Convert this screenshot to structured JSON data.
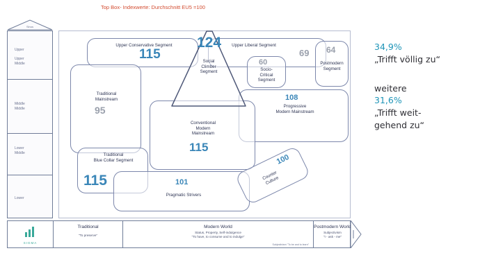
{
  "title": "Top Box- Indexwerte: Durchschnitt EU5 =100",
  "strata": {
    "top_label": "Sinus",
    "rows": [
      {
        "label": "Upper\n\nUpper\nMiddle"
      },
      {
        "label": "Middle\nMiddle"
      },
      {
        "label": "Lower\nMiddle"
      },
      {
        "label": "Lower"
      }
    ]
  },
  "segments": [
    {
      "name": "upper-conservative",
      "label": "Upper Conservative Segment",
      "value": "115",
      "value_color": "blue"
    },
    {
      "name": "social-climber",
      "label": "Social\nClimber\nSegment",
      "value": "124",
      "value_color": "blue"
    },
    {
      "name": "upper-liberal",
      "label": "Upper Liberal Segment",
      "value": "69",
      "value_color": "grey"
    },
    {
      "name": "socio-critical",
      "label": "Socio-\nCritical\nSegment",
      "value": "60",
      "value_color": "grey"
    },
    {
      "name": "postmodern",
      "label": "Postmodern\nSegment",
      "value": "64",
      "value_color": "grey"
    },
    {
      "name": "traditional-mainstream",
      "label": "Traditional\nMainstream",
      "value": "95",
      "value_color": "grey"
    },
    {
      "name": "conventional-modern-mainstream",
      "label": "Conventional\nModern\nMainstream",
      "value": "115",
      "value_color": "blue"
    },
    {
      "name": "progressive-modern-mainstream",
      "label": "Progressive\nModern Mainstream",
      "value": "108",
      "value_color": "blue"
    },
    {
      "name": "traditional-blue-collar",
      "label": "Traditional\nBlue Collar Segment",
      "value": "115",
      "value_color": "blue"
    },
    {
      "name": "pragmatic-strivers",
      "label": "Pragmatic Strivers",
      "value": "101",
      "value_color": "blue"
    },
    {
      "name": "counter-culture",
      "label": "Counter\nCulture",
      "value": "100",
      "value_color": "blue"
    }
  ],
  "values_bar": {
    "logo_text": "SIGMA",
    "cells": [
      {
        "title": "Traditional",
        "sub": "\"To preserve\""
      },
      {
        "title": "Modern World",
        "sub": "Status, Property, Self-indulgence\n\"To have, to consume and to indulge\""
      },
      {
        "title": "Postmodern World",
        "sub": "Subjectivism\n\"I - ask - me\""
      }
    ],
    "copyright": "Subjectivism \"To be and to learn\""
  },
  "stats": [
    {
      "percent": "34,9%",
      "lines": [
        "„Trifft völlig zu“"
      ]
    },
    {
      "prefix": "weitere",
      "percent": "31,6%",
      "lines": [
        "„Trifft weit-",
        "gehend zu“"
      ]
    }
  ],
  "colors": {
    "accent_blue": "#3a86b8",
    "muted_grey": "#9aa0ac",
    "title_red": "#d24a2e",
    "stat_blue": "#1f95b8",
    "outline": "#7c87ab"
  }
}
